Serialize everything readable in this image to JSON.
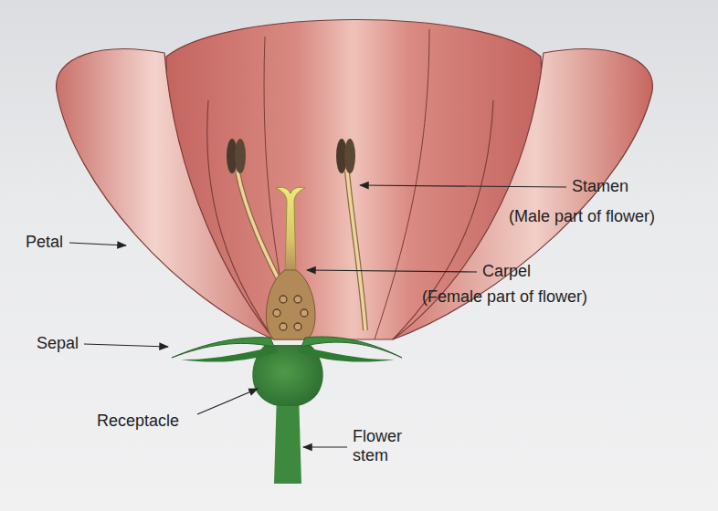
{
  "diagram": {
    "labels": [
      "Stamen",
      "(Male part of flower)",
      "Carpel",
      "(Female part of flower)",
      "Petal",
      "Sepal",
      "Receptacle",
      "Flower stem"
    ]
  }
}
